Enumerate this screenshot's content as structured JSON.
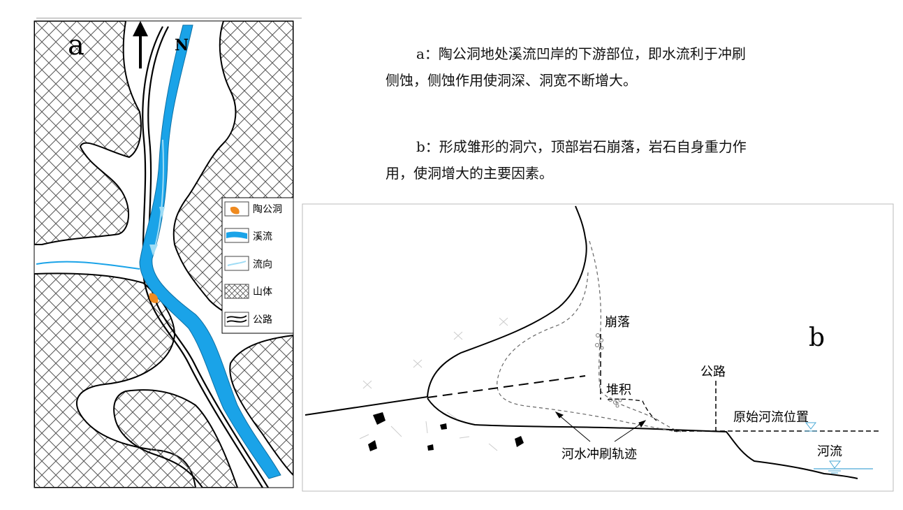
{
  "panel_a": {
    "label": "a",
    "north_label": "N",
    "legend": {
      "items": [
        {
          "label": "陶公洞",
          "icon": "cave-marker-icon"
        },
        {
          "label": "溪流",
          "icon": "stream-swatch-icon"
        },
        {
          "label": "流向",
          "icon": "flow-direction-icon"
        },
        {
          "label": "山体",
          "icon": "mountain-hatch-icon"
        },
        {
          "label": "公路",
          "icon": "road-symbol-icon"
        }
      ]
    },
    "colors": {
      "stream": "#1aa3e8",
      "flow": "#9fdcf5",
      "cave": "#ef8a1f"
    }
  },
  "description": {
    "para_a": "a：陶公洞地处溪流凹岸的下游部位，即水流利于冲刷侧蚀，侧蚀作用使洞深、洞宽不断增大。",
    "para_b": "b：形成雏形的洞穴，顶部岩石崩落，岩石自身重力作用，使洞增大的主要因素。"
  },
  "panel_b": {
    "label": "b",
    "annotations": {
      "collapse": "崩落",
      "deposit": "堆积",
      "road": "公路",
      "original_river": "原始河流位置",
      "river": "河流",
      "erosion_track": "河水冲刷轨迹"
    }
  }
}
